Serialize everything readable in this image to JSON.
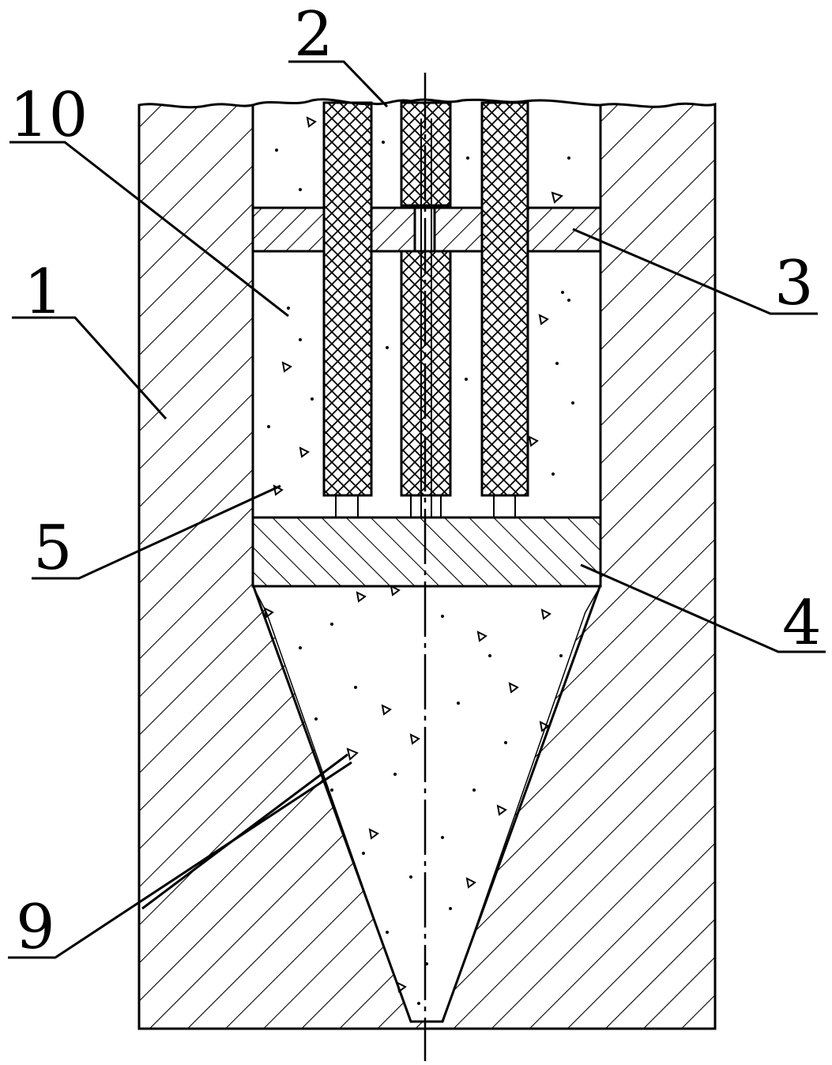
{
  "labels": {
    "l1": "1",
    "l2": "2",
    "l3": "3",
    "l4": "4",
    "l5": "5",
    "l9": "9",
    "l10": "10"
  },
  "colors": {
    "line": "#000000",
    "background": "#ffffff"
  }
}
